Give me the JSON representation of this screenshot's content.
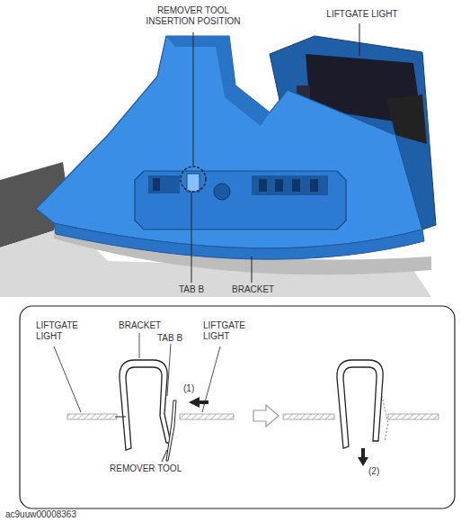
{
  "diagram": {
    "labels": [
      "REMOVER TOOL INSERTION POSITION",
      "LIFTGATE LIGHT",
      "TAB B",
      "BRACKET",
      "LIFTGATE LIGHT",
      "BRACKET",
      "TAB B",
      "LIFTGATE LIGHT",
      "(1)",
      "REMOVER TOOL",
      "(2)",
      "ac9uuw00008363"
    ]
  }
}
